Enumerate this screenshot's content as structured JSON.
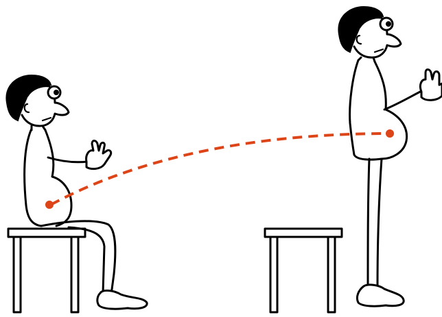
{
  "colors": {
    "background": "#ffffff",
    "ink": "#000000",
    "center_of_mass": "#dd4418"
  },
  "figures": {
    "sitting": {
      "pose": "sitting",
      "center_of_mass_marker": "red-dot"
    },
    "standing": {
      "pose": "standing",
      "center_of_mass_marker": "red-dot"
    }
  },
  "trajectory": {
    "style": "dashed",
    "from": "sitting",
    "to": "standing"
  }
}
